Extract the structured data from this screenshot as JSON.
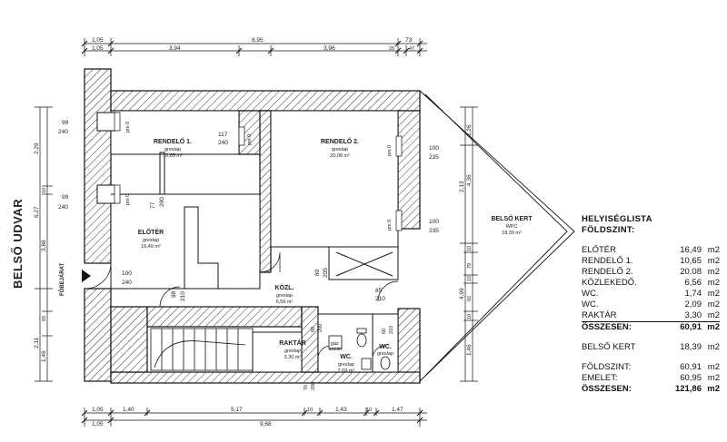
{
  "courtyard_label": "BELSŐ UDVAR",
  "entrance_label": "FŐBEJÁRAT",
  "dimensions": {
    "top_total": "8,95",
    "top_left": "1,05",
    "top_right": "73",
    "top_2_a": "1,05",
    "top_2_b": "3,94",
    "top_2_c": "3,96",
    "top_2_d": "26",
    "top_2_e": "47",
    "bottom_1_a": "1,05",
    "bottom_1_b": "1,40",
    "bottom_1_c": "5,17",
    "bottom_1_d": "10",
    "bottom_1_e": "1,43",
    "bottom_1_f": "10",
    "bottom_1_g": "1,47",
    "bottom_2_a": "1,05",
    "bottom_2_total": "9,68",
    "left_1": "2,29",
    "left_2": "10",
    "left_3": "6,27",
    "left_4": "3,88",
    "left_5": "65",
    "left_6": "2,11",
    "left_7": "1,46",
    "right_1": "1,26",
    "right_2": "4,36",
    "right_3": "2,13",
    "right_4": "10",
    "right_5": "79",
    "right_6": "10",
    "right_7": "4,99",
    "right_8": "92",
    "right_9": "10",
    "right_10": "1,46"
  },
  "openings": {
    "w_left_top_a": "99",
    "w_left_top_b": "240",
    "w_left_mid_a": "99",
    "w_left_mid_b": "240",
    "door_117_a": "117",
    "door_117_b": "240",
    "door_77": "77",
    "door_200": "200",
    "entry_a": "100",
    "entry_b": "240",
    "w_r2_top_a": "100",
    "w_r2_top_b": "235",
    "w_r2_mid_a": "100",
    "w_r2_mid_b": "235",
    "door_80": "80",
    "door_205": "205",
    "door_85": "85",
    "door_210": "210",
    "door_98": "98",
    "door_210b": "210",
    "wc_door_a": "60",
    "wc_door_b": "200",
    "wc2_door_a": "60",
    "wc2_door_b": "210",
    "storage_door_a": "70",
    "storage_door_b": "200",
    "sill_pm0_1": "pm 0",
    "sill_pm0_2": "pm 0",
    "sill_pm0_3": "pm 0",
    "sill_pm0_4": "pm 0",
    "sill_pm0_5": "pm 0"
  },
  "rooms": {
    "rendelo1": {
      "name": "RENDELŐ 1.",
      "floor": "greslap",
      "area": "10,65 m²"
    },
    "rendelo2": {
      "name": "RENDELŐ 2.",
      "floor": "greslap",
      "area": "20,08 m²"
    },
    "eloter": {
      "name": "ELŐTÉR",
      "floor": "greslap",
      "area": "16,49 m²"
    },
    "kozl": {
      "name": "KÖZL.",
      "floor": "greslap",
      "area": "6,56 m²"
    },
    "raktar": {
      "name": "RAKTÁR",
      "floor": "greslap",
      "area": "3,30 m²"
    },
    "wc1": {
      "name": "WC.",
      "floor": "greslap",
      "area": "2,09 m²"
    },
    "wc2": {
      "name": "WC.",
      "floor": "greslap",
      "area": ""
    },
    "wc_note": "gáz\nkazán",
    "belso_kert": {
      "name": "BELSŐ KERT",
      "floor": "WPC",
      "area": "18,39 m²"
    }
  },
  "legend": {
    "title_line1": "HELYISÉGLISTA",
    "title_line2": "FÖLDSZINT:",
    "items": [
      {
        "name": "ELŐTÉR",
        "value": "16,49",
        "unit": "m2"
      },
      {
        "name": "RENDELŐ 1.",
        "value": "10,65",
        "unit": "m2"
      },
      {
        "name": "RENDELŐ 2.",
        "value": "20.08",
        "unit": "m2"
      },
      {
        "name": "KÖZLEKEDŐ.",
        "value": "6,56",
        "unit": "m2"
      },
      {
        "name": "WC.",
        "value": "1,74",
        "unit": "m2"
      },
      {
        "name": "WC.",
        "value": "2,09",
        "unit": "m2"
      },
      {
        "name": "RAKTÁR",
        "value": "3,30",
        "unit": "m2"
      }
    ],
    "total_label": "ÖSSZESEN:",
    "total_value": "60,91",
    "total_unit": "m2",
    "garden_label": "BELSŐ KERT",
    "garden_value": "18,39",
    "garden_unit": "m2",
    "ground_label": "FÖLDSZINT:",
    "ground_value": "60,91",
    "ground_unit": "m2",
    "upper_label": "EMELET:",
    "upper_value": "60,95",
    "upper_unit": "m2",
    "grand_label": "ÖSSZESEN:",
    "grand_value": "121,86",
    "grand_unit": "m2"
  }
}
